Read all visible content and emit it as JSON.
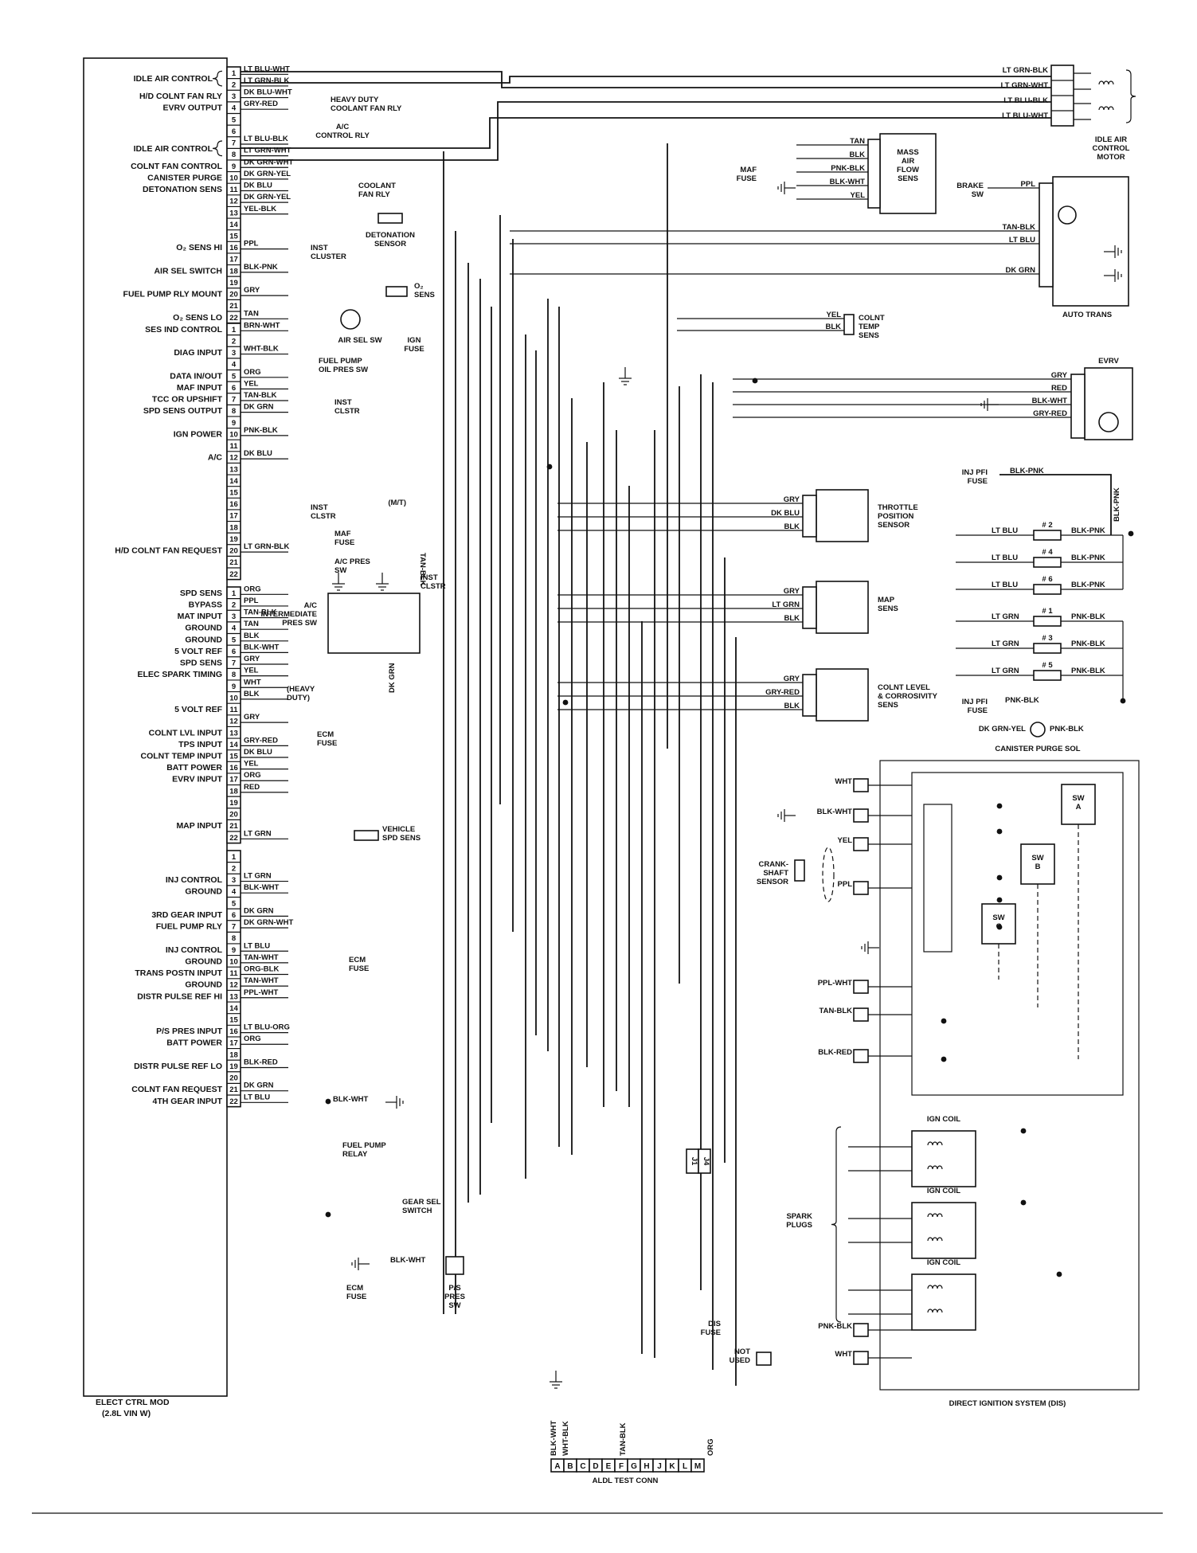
{
  "ecm": {
    "title": "ELECT CTRL MOD",
    "subtitle": "(2.8L VIN W)",
    "pins_per_block": 22,
    "blocks": [
      {
        "labels": [
          {
            "pin": 1,
            "text": "IDLE AIR CONTROL",
            "span": 2
          },
          {
            "pin": 3,
            "text": "H/D COLNT FAN RLY"
          },
          {
            "pin": 4,
            "text": "EVRV OUTPUT"
          },
          {
            "pin": 7,
            "text": "IDLE AIR CONTROL",
            "span": 2
          },
          {
            "pin": 9,
            "text": "COLNT FAN CONTROL"
          },
          {
            "pin": 10,
            "text": "CANISTER PURGE"
          },
          {
            "pin": 11,
            "text": "DETONATION SENS"
          },
          {
            "pin": 16,
            "text": "O₂ SENS HI"
          },
          {
            "pin": 18,
            "text": "AIR SEL SWITCH"
          },
          {
            "pin": 20,
            "text": "FUEL PUMP RLY MOUNT"
          },
          {
            "pin": 22,
            "text": "O₂ SENS LO"
          }
        ],
        "wires": [
          {
            "pin": 1,
            "color": "LT BLU-WHT"
          },
          {
            "pin": 2,
            "color": "LT GRN-BLK"
          },
          {
            "pin": 3,
            "color": "DK BLU-WHT"
          },
          {
            "pin": 4,
            "color": "GRY-RED"
          },
          {
            "pin": 7,
            "color": "LT BLU-BLK"
          },
          {
            "pin": 8,
            "color": "LT GRN-WHT"
          },
          {
            "pin": 9,
            "color": "DK GRN-WHT"
          },
          {
            "pin": 10,
            "color": "DK GRN-YEL"
          },
          {
            "pin": 11,
            "color": "DK BLU"
          },
          {
            "pin": 12,
            "color": "DK GRN-YEL"
          },
          {
            "pin": 13,
            "color": "YEL-BLK"
          },
          {
            "pin": 16,
            "color": "PPL"
          },
          {
            "pin": 18,
            "color": "BLK-PNK"
          },
          {
            "pin": 20,
            "color": "GRY"
          },
          {
            "pin": 22,
            "color": "TAN"
          }
        ]
      },
      {
        "labels": [
          {
            "pin": 1,
            "text": "SES IND CONTROL"
          },
          {
            "pin": 3,
            "text": "DIAG INPUT"
          },
          {
            "pin": 5,
            "text": "DATA IN/OUT"
          },
          {
            "pin": 6,
            "text": "MAF INPUT"
          },
          {
            "pin": 7,
            "text": "TCC OR UPSHIFT"
          },
          {
            "pin": 8,
            "text": "SPD SENS OUTPUT"
          },
          {
            "pin": 10,
            "text": "IGN POWER"
          },
          {
            "pin": 12,
            "text": "A/C"
          },
          {
            "pin": 20,
            "text": "H/D COLNT FAN REQUEST"
          }
        ],
        "wires": [
          {
            "pin": 1,
            "color": "BRN-WHT"
          },
          {
            "pin": 3,
            "color": "WHT-BLK"
          },
          {
            "pin": 5,
            "color": "ORG"
          },
          {
            "pin": 6,
            "color": "YEL"
          },
          {
            "pin": 7,
            "color": "TAN-BLK"
          },
          {
            "pin": 8,
            "color": "DK GRN"
          },
          {
            "pin": 10,
            "color": "PNK-BLK"
          },
          {
            "pin": 12,
            "color": "DK BLU"
          },
          {
            "pin": 20,
            "color": "LT GRN-BLK"
          }
        ]
      },
      {
        "labels": [
          {
            "pin": 1,
            "text": "SPD SENS"
          },
          {
            "pin": 2,
            "text": "BYPASS"
          },
          {
            "pin": 3,
            "text": "MAT INPUT"
          },
          {
            "pin": 4,
            "text": "GROUND"
          },
          {
            "pin": 5,
            "text": "GROUND"
          },
          {
            "pin": 6,
            "text": "5 VOLT REF"
          },
          {
            "pin": 7,
            "text": "SPD SENS"
          },
          {
            "pin": 8,
            "text": "ELEC SPARK TIMING"
          },
          {
            "pin": 11,
            "text": "5 VOLT REF"
          },
          {
            "pin": 13,
            "text": "COLNT LVL INPUT"
          },
          {
            "pin": 14,
            "text": "TPS INPUT"
          },
          {
            "pin": 15,
            "text": "COLNT TEMP INPUT"
          },
          {
            "pin": 16,
            "text": "BATT POWER"
          },
          {
            "pin": 17,
            "text": "EVRV INPUT"
          },
          {
            "pin": 21,
            "text": "MAP INPUT"
          }
        ],
        "wires": [
          {
            "pin": 1,
            "color": "ORG"
          },
          {
            "pin": 2,
            "color": "PPL"
          },
          {
            "pin": 3,
            "color": "TAN-BLK"
          },
          {
            "pin": 4,
            "color": "TAN"
          },
          {
            "pin": 5,
            "color": "BLK"
          },
          {
            "pin": 6,
            "color": "BLK-WHT"
          },
          {
            "pin": 7,
            "color": "GRY"
          },
          {
            "pin": 8,
            "color": "YEL"
          },
          {
            "pin": 9,
            "color": "WHT"
          },
          {
            "pin": 10,
            "color": "BLK"
          },
          {
            "pin": 12,
            "color": "GRY"
          },
          {
            "pin": 14,
            "color": "GRY-RED"
          },
          {
            "pin": 15,
            "color": "DK BLU"
          },
          {
            "pin": 16,
            "color": "YEL"
          },
          {
            "pin": 17,
            "color": "ORG"
          },
          {
            "pin": 18,
            "color": "RED"
          },
          {
            "pin": 22,
            "color": "LT GRN"
          }
        ]
      },
      {
        "labels": [
          {
            "pin": 3,
            "text": "INJ CONTROL"
          },
          {
            "pin": 4,
            "text": "GROUND"
          },
          {
            "pin": 6,
            "text": "3RD GEAR INPUT"
          },
          {
            "pin": 7,
            "text": "FUEL PUMP RLY"
          },
          {
            "pin": 9,
            "text": "INJ CONTROL"
          },
          {
            "pin": 10,
            "text": "GROUND"
          },
          {
            "pin": 11,
            "text": "TRANS POSTN INPUT"
          },
          {
            "pin": 12,
            "text": "GROUND"
          },
          {
            "pin": 13,
            "text": "DISTR PULSE REF HI"
          },
          {
            "pin": 16,
            "text": "P/S PRES INPUT"
          },
          {
            "pin": 17,
            "text": "BATT POWER"
          },
          {
            "pin": 19,
            "text": "DISTR PULSE REF LO"
          },
          {
            "pin": 21,
            "text": "COLNT FAN REQUEST"
          },
          {
            "pin": 22,
            "text": "4TH GEAR INPUT"
          }
        ],
        "wires": [
          {
            "pin": 3,
            "color": "LT GRN"
          },
          {
            "pin": 4,
            "color": "BLK-WHT"
          },
          {
            "pin": 6,
            "color": "DK GRN"
          },
          {
            "pin": 7,
            "color": "DK GRN-WHT"
          },
          {
            "pin": 9,
            "color": "LT BLU"
          },
          {
            "pin": 10,
            "color": "TAN-WHT"
          },
          {
            "pin": 11,
            "color": "ORG-BLK"
          },
          {
            "pin": 12,
            "color": "TAN-WHT"
          },
          {
            "pin": 13,
            "color": "PPL-WHT"
          },
          {
            "pin": 16,
            "color": "LT BLU-ORG"
          },
          {
            "pin": 17,
            "color": "ORG"
          },
          {
            "pin": 19,
            "color": "BLK-RED"
          },
          {
            "pin": 21,
            "color": "DK GRN"
          },
          {
            "pin": 22,
            "color": "LT BLU"
          }
        ]
      }
    ]
  },
  "components": {
    "heavy_duty_fan_rly": "HEAVY DUTY\nCOOLANT FAN RLY",
    "ac_control_rly": "A/C\nCONTROL RLY",
    "coolant_fan_rly": "COOLANT\nFAN RLY",
    "detonation_sensor": "DETONATION\nSENSOR",
    "inst_cluster_1": "INST\nCLUSTER",
    "o2_sens": "O₂\nSENS",
    "air_sel_sw": "AIR SEL SW",
    "ign_fuse": "IGN\nFUSE",
    "fuel_pump_oil_pres_sw": "FUEL PUMP\nOIL PRES SW",
    "inst_clstr_1": "INST\nCLSTR",
    "inst_clstr_2": "INST\nCLSTR",
    "maf_fuse_left": "MAF\nFUSE",
    "ac_pres_sw": "A/C PRES\nSW",
    "mt_label": "(M/T)",
    "inst_clstr_3": "INST\nCLSTR",
    "ac_intermediate_pres_sw": "A/C\nINTERMEDIATE\nPRES SW",
    "heavy_duty": "(HEAVY\nDUTY)",
    "ecm_fuse_1": "ECM\nFUSE",
    "vehicle_spd_sens": "VEHICLE\nSPD SENS",
    "ecm_fuse_2": "ECM\nFUSE",
    "fuel_pump_relay": "FUEL PUMP\nRELAY",
    "gear_sel_switch": "GEAR SEL\nSWITCH",
    "ps_pres_sw": "P/S\nPRES\nSW",
    "ecm_fuse_3": "ECM\nFUSE",
    "idle_air_control_motor": "IDLE AIR\nCONTROL\nMOTOR",
    "mass_air_flow_sens": "MASS\nAIR\nFLOW\nSENS",
    "maf_fuse_right": "MAF\nFUSE",
    "brake_sw": "BRAKE\nSW",
    "auto_trans": "AUTO TRANS",
    "colnt_temp_sens": "COLNT\nTEMP\nSENS",
    "evrv": "EVRV",
    "inj_pfi_fuse_1": "INJ PFI\nFUSE",
    "throttle_position_sensor": "THROTTLE\nPOSITION\nSENSOR",
    "map_sens": "MAP\nSENS",
    "colnt_level_sens": "COLNT LEVEL\n& CORROSIVITY\nSENS",
    "inj_pfi_fuse_2": "INJ PFI\nFUSE",
    "canister_purge_sol": "CANISTER PURGE SOL",
    "crankshaft_sensor": "CRANK-\nSHAFT\nSENSOR",
    "sw_a": "SW\nA",
    "sw_b": "SW\nB",
    "sw_c": "SW\nC",
    "ign_coil": "IGN COIL",
    "spark_plugs": "SPARK\nPLUGS",
    "dis_fuse": "DIS\nFUSE",
    "not_used": "NOT\nUSED",
    "dis_title": "DIRECT IGNITION SYSTEM (DIS)",
    "aldl_title": "ALDL TEST CONN",
    "j1": "J1",
    "j4": "J4"
  },
  "wire_labels": {
    "iac_motor": [
      "LT GRN-BLK",
      "LT GRN-WHT",
      "LT BLU-BLK",
      "LT BLU-WHT"
    ],
    "maf": [
      "TAN",
      "BLK",
      "PNK-BLK",
      "BLK-WHT",
      "YEL"
    ],
    "auto_trans": [
      "PPL",
      "TAN-BLK",
      "LT BLU",
      "DK GRN"
    ],
    "colnt_temp": [
      "YEL",
      "BLK"
    ],
    "evrv": [
      "GRY",
      "RED",
      "BLK-WHT",
      "GRY-RED"
    ],
    "inj_pfi_1": "BLK-PNK",
    "inj_pfi_1_vertical": "BLK-PNK",
    "tps": [
      "GRY",
      "DK BLU",
      "BLK"
    ],
    "map": [
      "GRY",
      "LT GRN",
      "BLK"
    ],
    "colnt_lvl": [
      "GRY",
      "GRY-RED",
      "BLK"
    ],
    "injectors": [
      {
        "in": "LT BLU",
        "num": "# 2",
        "out": "BLK-PNK"
      },
      {
        "in": "LT BLU",
        "num": "# 4",
        "out": "BLK-PNK"
      },
      {
        "in": "LT BLU",
        "num": "# 6",
        "out": "BLK-PNK"
      },
      {
        "in": "LT GRN",
        "num": "# 1",
        "out": "PNK-BLK"
      },
      {
        "in": "LT GRN",
        "num": "# 3",
        "out": "PNK-BLK"
      },
      {
        "in": "LT GRN",
        "num": "# 5",
        "out": "PNK-BLK"
      }
    ],
    "inj_pfi_2": "PNK-BLK",
    "canister": [
      "DK GRN-YEL",
      "PNK-BLK"
    ],
    "dis": [
      "WHT",
      "BLK-WHT",
      "YEL",
      "PPL",
      "PPL-WHT",
      "TAN-BLK",
      "BLK-RED",
      "PNK-BLK",
      "WHT"
    ],
    "mt_tan_blk": "TAN-BLK",
    "dk_grn_vert": "DK GRN",
    "ps_blk_wht": "BLK-WHT",
    "inj_gnd_blk_wht": "BLK-WHT",
    "aldl": [
      "BLK-WHT",
      "WHT-BLK",
      "TAN-BLK",
      "ORG"
    ]
  },
  "aldl": {
    "letters": [
      "A",
      "B",
      "C",
      "D",
      "E",
      "F",
      "G",
      "H",
      "J",
      "K",
      "L",
      "M"
    ]
  }
}
